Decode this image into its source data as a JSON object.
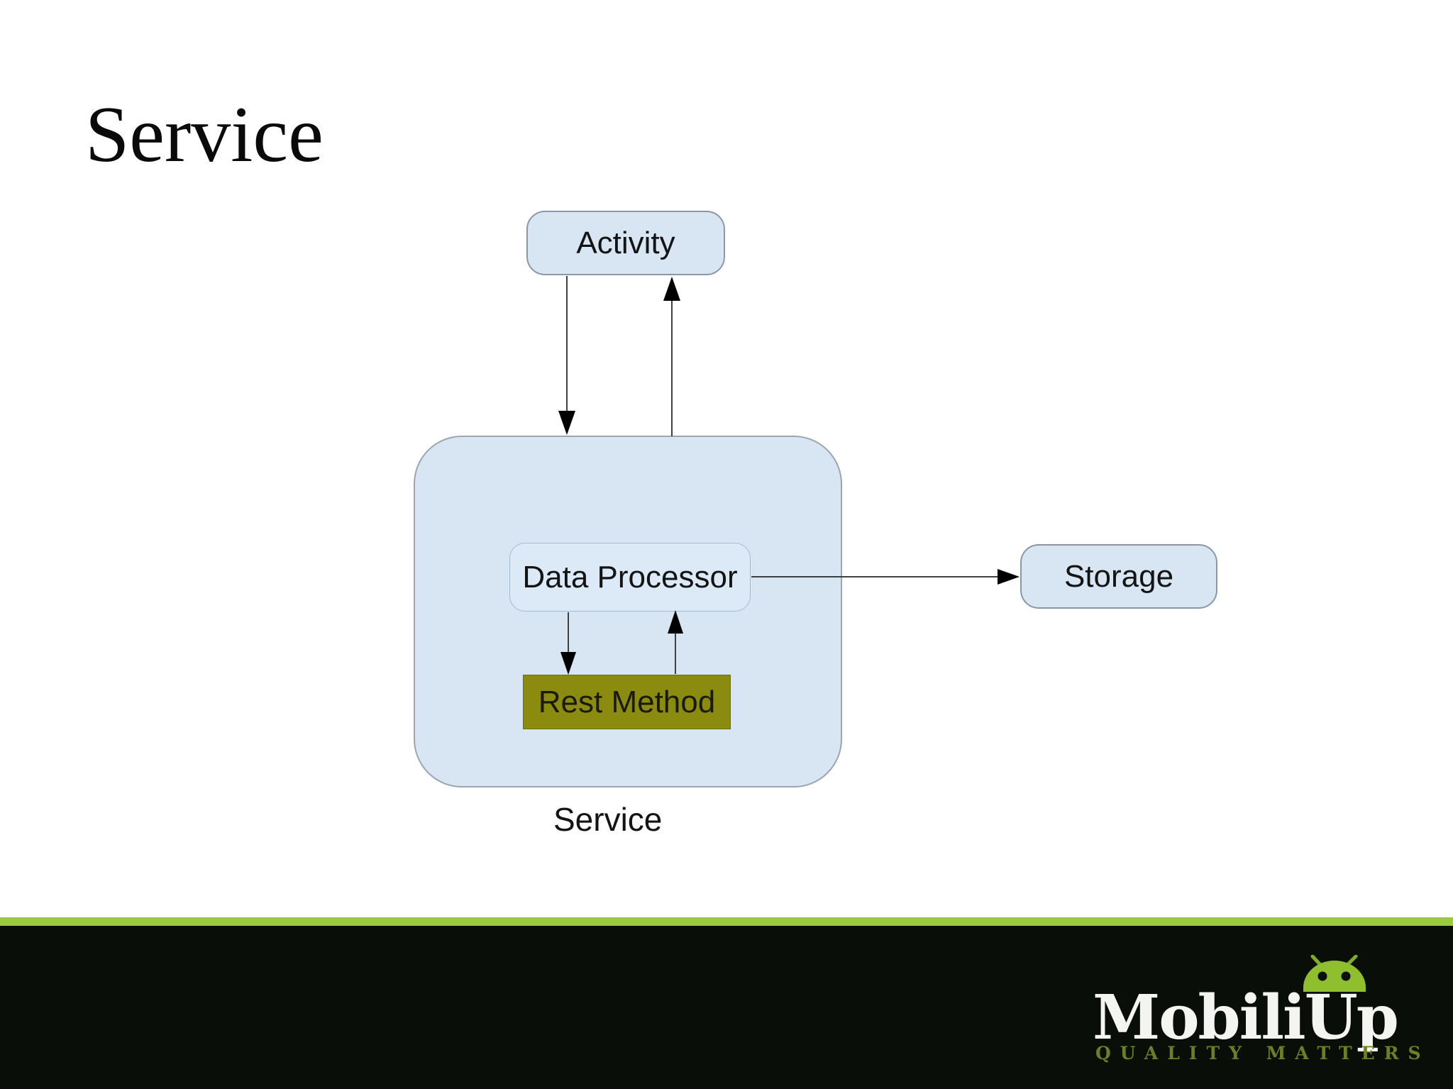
{
  "slide": {
    "title": "Service"
  },
  "diagram": {
    "activity": {
      "label": "Activity"
    },
    "service_container": {
      "label": "Service"
    },
    "data_processor": {
      "label": "Data Processor"
    },
    "rest_method": {
      "label": "Rest Method"
    },
    "storage": {
      "label": "Storage"
    },
    "edges": [
      {
        "from": "activity",
        "to": "service",
        "direction": "down"
      },
      {
        "from": "service",
        "to": "activity",
        "direction": "up"
      },
      {
        "from": "data_processor",
        "to": "rest_method",
        "direction": "down"
      },
      {
        "from": "rest_method",
        "to": "data_processor",
        "direction": "up"
      },
      {
        "from": "data_processor",
        "to": "storage",
        "direction": "right"
      }
    ]
  },
  "footer": {
    "brand_part1": "Mobili",
    "brand_part2": "Up",
    "tagline": "QUALITY MATTERS"
  },
  "colors": {
    "node_fill": "#d8e6f3",
    "node_border": "#8a98a6",
    "rest_method_fill": "#8b8b10",
    "accent_green": "#9bca3e",
    "footer_bg": "#0a0e09",
    "android_green": "#8fbf2f",
    "tagline_olive": "#6e7e22"
  }
}
